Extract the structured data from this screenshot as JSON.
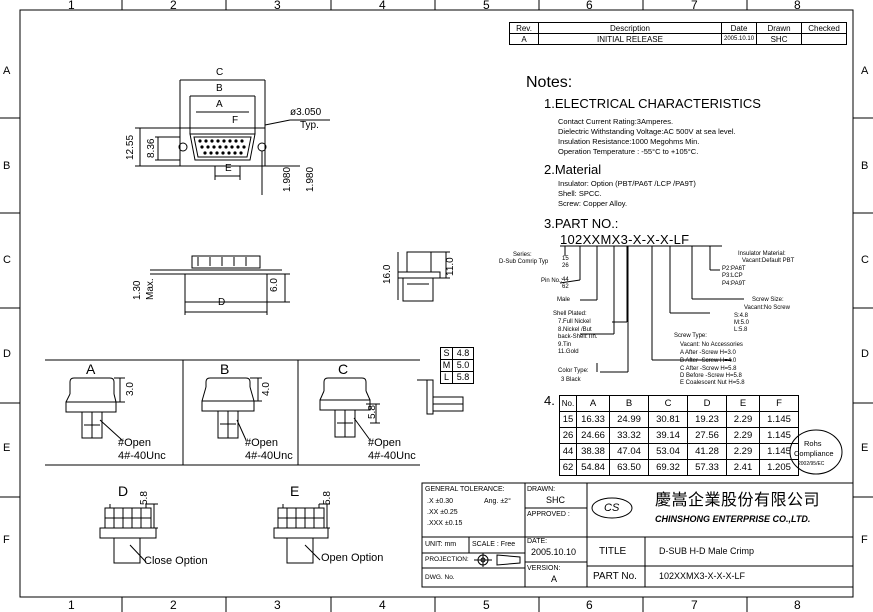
{
  "grid": {
    "columns": [
      "1",
      "2",
      "3",
      "4",
      "5",
      "6",
      "7",
      "8"
    ],
    "rows": [
      "A",
      "B",
      "C",
      "D",
      "E",
      "F"
    ]
  },
  "revision_table": {
    "headers": [
      "Rev.",
      "Description",
      "Date",
      "Drawn",
      "Checked"
    ],
    "rows": [
      [
        "A",
        "INITIAL RELEASE",
        "2005.10.10",
        "SHC",
        ""
      ]
    ]
  },
  "notes": {
    "title": "Notes:",
    "electrical": {
      "heading": "1.ELECTRICAL  CHARACTERISTICS",
      "lines": [
        "Contact Current Rating:3Amperes.",
        "Dielectric Withstanding Voltage:AC 500V at sea level.",
        "Insulation Resistance:1000 Megohms Min.",
        "Operation Temperature : -55°C to +105°C."
      ]
    },
    "material": {
      "heading": "2.Material",
      "lines": [
        "Insulator: Option (PBT/PA6T /LCP /PA9T)",
        "Shell: SPCC.",
        "Screw: Copper Alloy."
      ]
    },
    "part_no": {
      "heading": "3.PART  NO.:",
      "code": "102XXMX3-X-X-X-LF",
      "series": [
        "Series:",
        "D-Sub Comrip Typ"
      ],
      "pin_no": [
        "Pin No.:",
        "15",
        "26",
        "44",
        "62"
      ],
      "male": "Male",
      "shell_plated": [
        "Shell Plated:",
        "7.Full Nickel",
        "8.Nickel /But",
        "back-Shell:Tin.",
        "9.Tin",
        "11.Gold"
      ],
      "color_type": [
        "Color Type:",
        "3  Black"
      ],
      "insulator": [
        "Insulator Material:",
        "Vacant:Default PBT",
        "P2:PA6T",
        "P3:LCP",
        "P4:PA9T"
      ],
      "screw_size": [
        "Screw Size:",
        "Vacant:No Screw",
        "S:4.8",
        "M:5.0",
        "L:5.8"
      ],
      "screw_type": [
        "Screw Type:",
        "Vacant: No Accessories",
        "A   After -Screw  H=3.0",
        "B   After -Screw  H=4.0",
        "C   After -Screw  H=5.8",
        "D  Before -Screw  H=5.8",
        "E  Coalescent Nut  H=5.8"
      ]
    },
    "dimension_table": {
      "label": "4.",
      "headers": [
        "No.",
        "A",
        "B",
        "C",
        "D",
        "E",
        "F"
      ],
      "rows": [
        [
          "15",
          "16.33",
          "24.99",
          "30.81",
          "19.23",
          "2.29",
          "1.145"
        ],
        [
          "26",
          "24.66",
          "33.32",
          "39.14",
          "27.56",
          "2.29",
          "1.145"
        ],
        [
          "44",
          "38.38",
          "47.04",
          "53.04",
          "41.28",
          "2.29",
          "1.145"
        ],
        [
          "62",
          "54.84",
          "63.50",
          "69.32",
          "57.33",
          "2.41",
          "1.205"
        ]
      ]
    }
  },
  "screw_size_legend": [
    [
      "S",
      "4.8"
    ],
    [
      "M",
      "5.0"
    ],
    [
      "L",
      "5.8"
    ]
  ],
  "rohs": [
    "Rohs",
    "Compliance",
    "2002/95/EC"
  ],
  "views": {
    "front": {
      "C": "C",
      "B": "B",
      "A": "A",
      "F": "F",
      "E": "E",
      "hole": "ø3.050",
      "typ": "Typ.",
      "h1": "12.55",
      "h2": "8.36",
      "v1": "1.980",
      "v2": "1.980"
    },
    "side": {
      "d": "D",
      "t1": "1.30",
      "t2": "Max.",
      "t3": "6.0"
    },
    "end": {
      "a": "16.0",
      "b": "11.0"
    },
    "options": {
      "A": {
        "label": "A",
        "dim": "3.0",
        "note1": "#Open",
        "note2": "4#-40Unc"
      },
      "B": {
        "label": "B",
        "dim": "4.0",
        "note1": "#Open",
        "note2": "4#-40Unc"
      },
      "C": {
        "label": "C",
        "dim": "5.8",
        "note1": "#Open",
        "note2": "4#-40Unc"
      },
      "D": {
        "label": "D",
        "dim": "5.8",
        "note": "Close  Option"
      },
      "E": {
        "label": "E",
        "dim": "5.8",
        "note": "Open  Option"
      }
    }
  },
  "title_block": {
    "general_tolerance": "GENERAL TOLERANCE:",
    "tol_x": ".X  ±0.30",
    "angle": "Ang.  ±2°",
    "tol_xx": ".XX ±0.25",
    "tol_xxx": ".XXX ±0.15",
    "drawn_label": "DRAWN:",
    "drawn_value": "SHC",
    "approved_label": "APPROVED :",
    "unit_label": "UNIT: mm",
    "scale_label": "SCALE :  Free",
    "projection_label": "PROJECTION:",
    "dwg_label": "DWG. No.",
    "date_label": "DATE:",
    "date_value": "2005.10.10",
    "version_label": "VERSION:",
    "version_value": "A",
    "logo": "CS",
    "company_cn": "慶嵩企業股份有限公司",
    "company_en": "CHINSHONG ENTERPRISE CO.,LTD.",
    "title_label": "TITLE",
    "title_value": "D-SUB H-D Male Crimp",
    "part_label": "PART No.",
    "part_value": "102XXMX3-X-X-X-LF"
  }
}
